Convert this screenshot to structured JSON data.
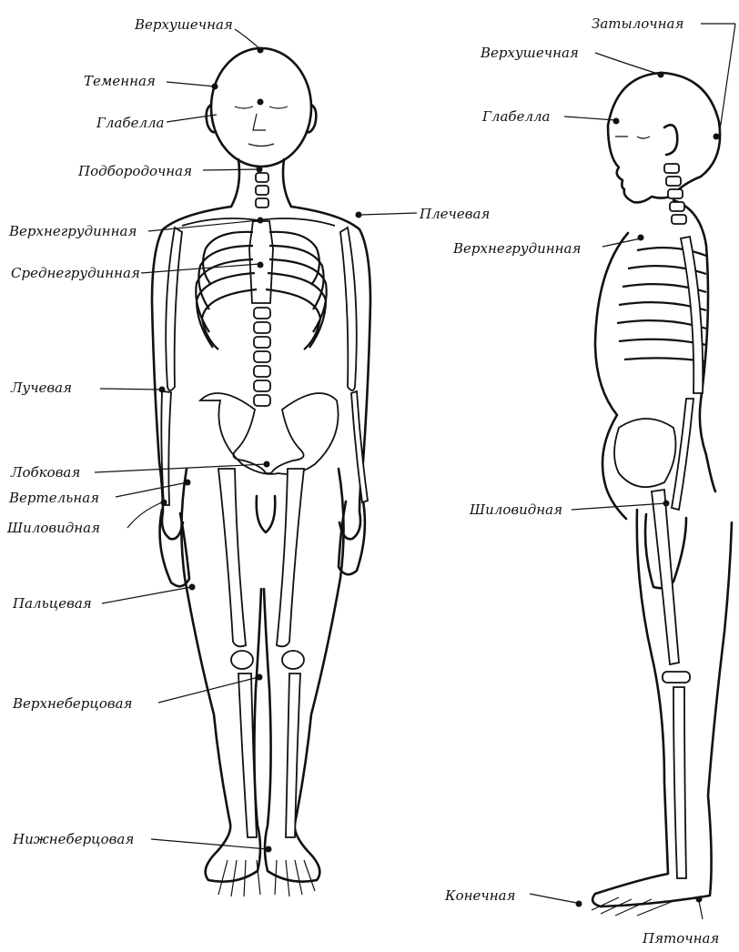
{
  "labels": {
    "front": {
      "vertex": "Верхушечная",
      "parietal": "Теменная",
      "glabella": "Глабелла",
      "gnathion": "Подбородочная",
      "suprasternal": "Верхнегрудинная",
      "shoulder": "Плечевая",
      "mesosternal": "Среднегрудинная",
      "radial": "Лучевая",
      "pubic": "Лобковая",
      "trochanter": "Вертельная",
      "styloid": "Шиловидная",
      "finger": "Пальцевая",
      "tibial_upper": "Верхнеберцовая",
      "tibial_lower": "Нижнеберцовая"
    },
    "side": {
      "occipital": "Затылочная",
      "vertex": "Верхушечная",
      "glabella": "Глабелла",
      "suprasternal": "Верхнегрудинная",
      "styloid": "Шиловидная",
      "toe": "Конечная",
      "heel": "Пяточная"
    }
  }
}
